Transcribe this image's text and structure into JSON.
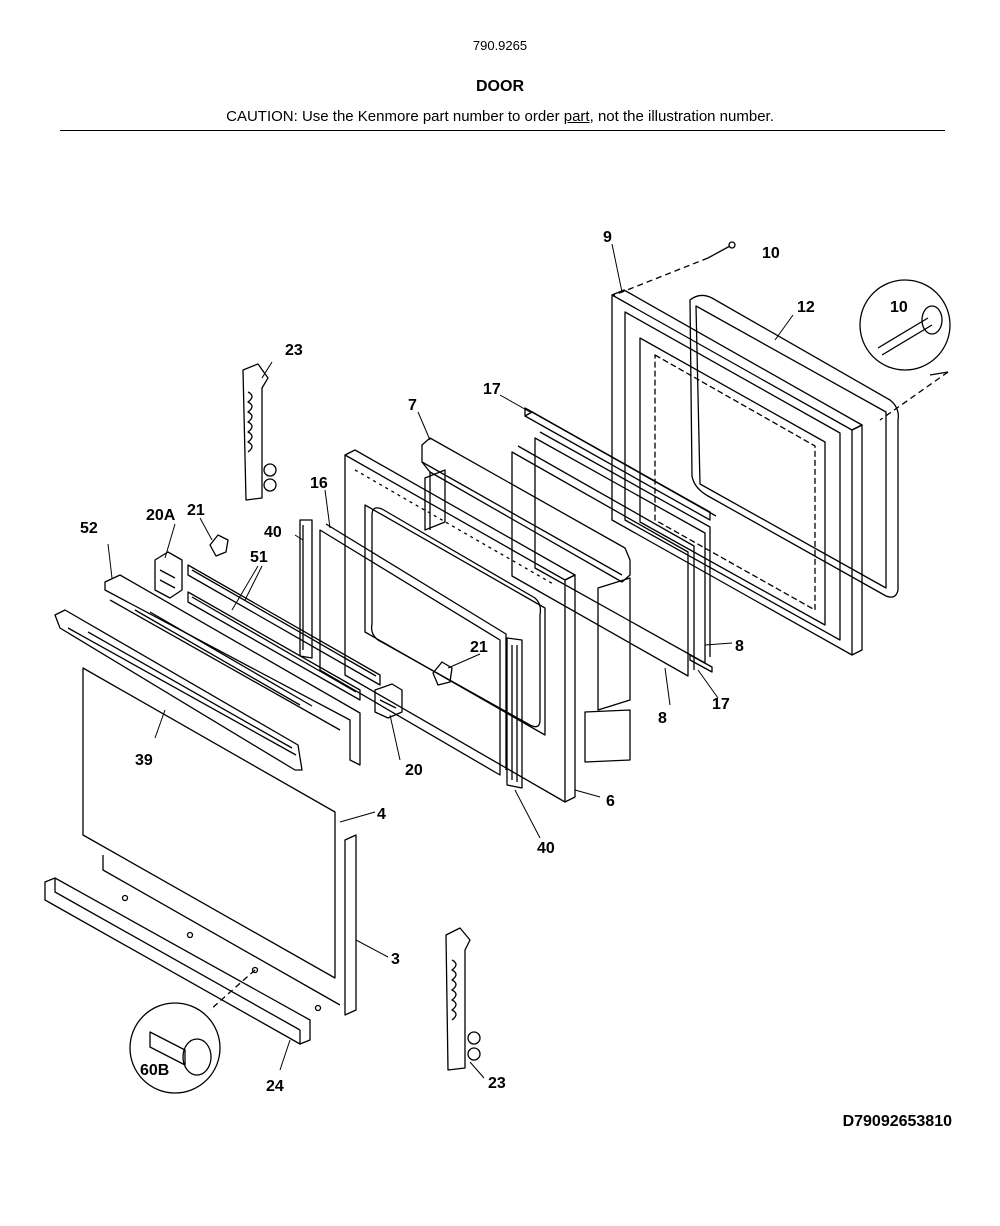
{
  "header": {
    "model": "790.9265",
    "title": "DOOR",
    "caution_pre": "CAUTION: Use the Kenmore part number to order ",
    "caution_link": "part",
    "caution_post": ", not the illustration number."
  },
  "doc_id": "D79092653810",
  "callouts": {
    "c10a": "10",
    "c10b": "10",
    "c9": "9",
    "c12": "12",
    "c23a": "23",
    "c23b": "23",
    "c17a": "17",
    "c17b": "17",
    "c7": "7",
    "c16": "16",
    "c40a": "40",
    "c40b": "40",
    "c20a_lbl": "20A",
    "c21a": "21",
    "c21b": "21",
    "c52": "52",
    "c51": "51",
    "c39": "39",
    "c20": "20",
    "c6": "6",
    "c8a": "8",
    "c8b": "8",
    "c4": "4",
    "c3": "3",
    "c24": "24",
    "c60b": "60B"
  }
}
